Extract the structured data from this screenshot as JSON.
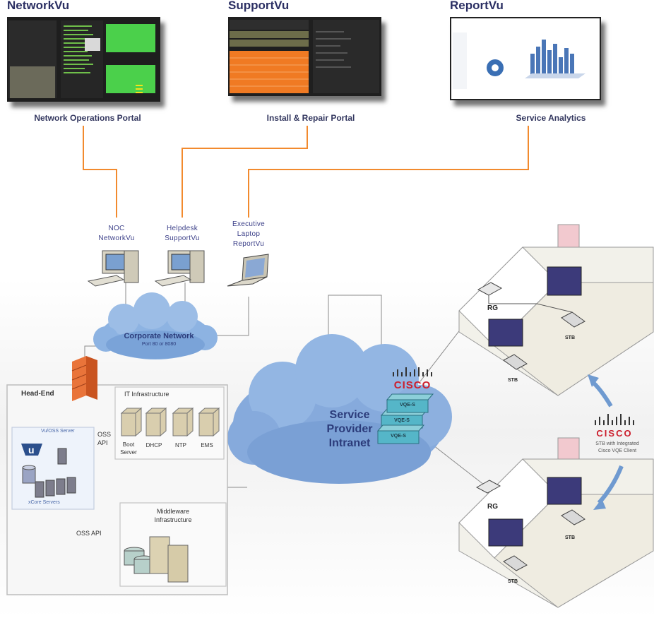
{
  "products": [
    {
      "name": "NetworkVu",
      "portal": "Network Operations Portal"
    },
    {
      "name": "SupportVu",
      "portal": "Install & Repair Portal"
    },
    {
      "name": "ReportVu",
      "portal": "Service Analytics"
    }
  ],
  "clients": [
    {
      "line1": "NOC",
      "line2": "NetworkVu",
      "line3": ""
    },
    {
      "line1": "Helpdesk",
      "line2": "SupportVu",
      "line3": ""
    },
    {
      "line1": "Executive",
      "line2": "Laptop",
      "line3": "ReportVu"
    }
  ],
  "corporate_network": {
    "title": "Corporate Network",
    "subtitle": "Port 80 or 8080"
  },
  "headend": {
    "title": "Head-End",
    "vu_server": "Vu/OSS Server",
    "xcore": "xCore Servers",
    "oss_api_1": "OSS",
    "oss_api_1b": "API",
    "oss_api_2": "OSS API"
  },
  "it_infrastructure": {
    "title": "IT Infrastructure",
    "servers": [
      "Boot Server",
      "DHCP",
      "NTP",
      "EMS"
    ]
  },
  "middleware": {
    "line1": "Middleware",
    "line2": "Infrastructure"
  },
  "intranet": {
    "line1": "Service",
    "line2": "Provider",
    "line3": "Intranet"
  },
  "vqe": [
    "VQE-S",
    "VQE-S",
    "VQE-S"
  ],
  "cisco_brand": "CISCO",
  "cisco_caption": {
    "line1": "STB with Integrated",
    "line2": "Cisco VQE Client"
  },
  "house_labels": {
    "rg": "RG",
    "stb": "STB"
  },
  "colors": {
    "link": "#f28a2e",
    "title": "#2b2f63",
    "cisco_red": "#cc1f2d",
    "cloud": "#7fa6d6"
  }
}
